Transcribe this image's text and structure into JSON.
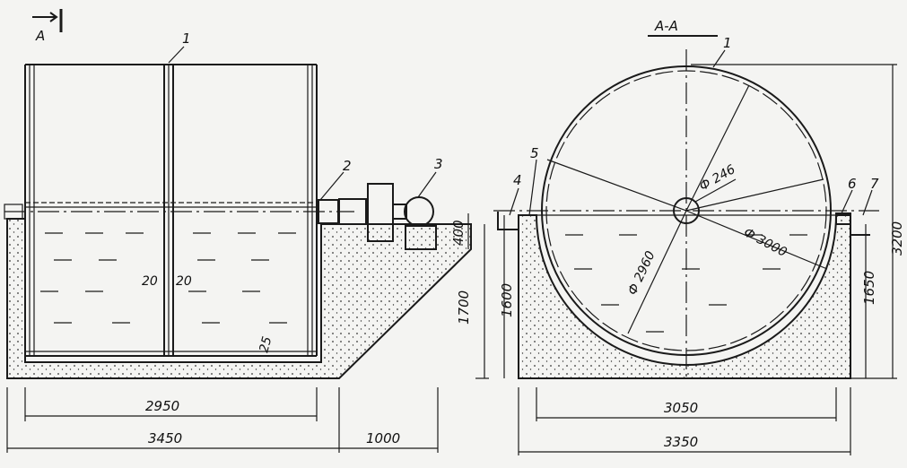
{
  "view_marker": "A",
  "section_title": "A-A",
  "side_view": {
    "callouts": [
      "1",
      "2",
      "3"
    ],
    "wall_labels": [
      "20",
      "20"
    ],
    "bottom_thickness": "25",
    "dims": {
      "inner": "2950",
      "total": "3450",
      "extension": "1000",
      "height": "1700",
      "level": "400"
    }
  },
  "section_view": {
    "callouts": [
      "1",
      "4",
      "5",
      "6",
      "7"
    ],
    "diam_shaft": "Ф 246",
    "diam_outer": "Ф 3000",
    "diam_inner": "Ф 2960",
    "dims": {
      "inner": "3050",
      "total": "3350",
      "left_height": "1600",
      "right_height": "1650",
      "overall_height": "3200"
    }
  }
}
